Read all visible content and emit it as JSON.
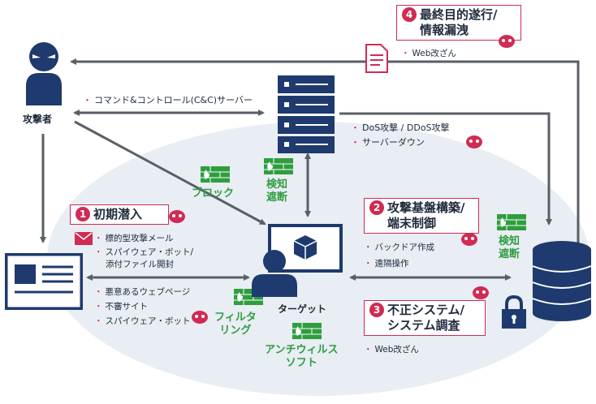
{
  "attacker": {
    "label": "攻撃者"
  },
  "target": {
    "label": "ターゲット"
  },
  "cnc_label": "コマンド&コントロール(C&C)サーバー",
  "stage1": {
    "num": "1",
    "title": "初期潜入",
    "items_a": [
      "標的型攻撃メール",
      "スパイウェア・ボット/",
      "添付ファイル開封"
    ],
    "items_b": [
      "悪意あるウェブページ",
      "不審サイト",
      "スパイウェア・ボット"
    ]
  },
  "stage2": {
    "num": "2",
    "title_1": "攻撃基盤構築/",
    "title_2": "端末制御",
    "items": [
      "バックドア作成",
      "遠隔操作"
    ]
  },
  "stage3": {
    "num": "3",
    "title_1": "不正システム/",
    "title_2": "システム調査",
    "items": [
      "Web改ざん"
    ]
  },
  "stage4": {
    "num": "4",
    "title_1": "最終目的遂行/",
    "title_2": "情報漏洩",
    "items": [
      "Web改ざん"
    ]
  },
  "server_items": [
    "DoS攻撃 / DDoS攻撃",
    "サーバーダウン"
  ],
  "defenses": {
    "block": "ブロック",
    "detect1_l1": "検知",
    "detect1_l2": "遮断",
    "detect2_l1": "検知",
    "detect2_l2": "遮断",
    "filter_l1": "フィルタ",
    "filter_l2": "リング",
    "antivirus_l1": "アンチウィルス",
    "antivirus_l2": "ソフト"
  },
  "colors": {
    "navy": "#1e3a6e",
    "accent": "#d02b52",
    "green": "#2e9e3e",
    "grey": "#5a5f66",
    "bg": "#e9edf4"
  }
}
